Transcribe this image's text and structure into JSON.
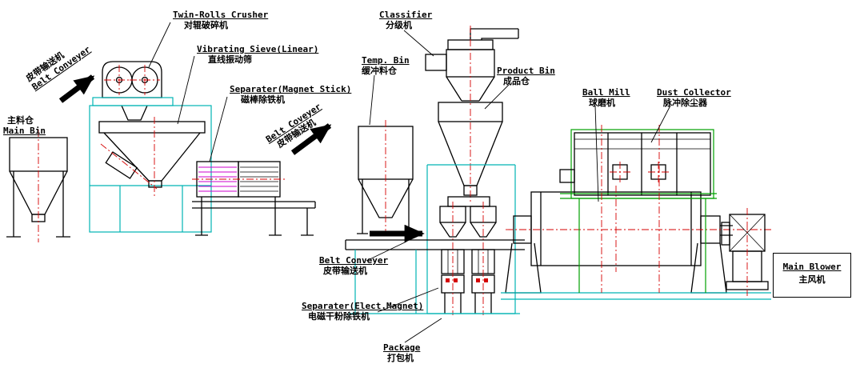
{
  "palette": {
    "line": "#000000",
    "frame_cyan": "#00b3b3",
    "magnet_magenta": "#cc00cc",
    "centerline_red": "#d40000",
    "structure_green": "#00a000"
  },
  "labels": {
    "belt1": {
      "en": "Belt Conveyer",
      "zh": "皮带输送机"
    },
    "crusher": {
      "en": "Twin-Rolls Crusher",
      "zh": "对辊破碎机"
    },
    "sieve": {
      "en": "Vibrating Sieve(Linear)",
      "zh": "直线振动筛"
    },
    "magnet": {
      "en": "Separater(Magnet Stick)",
      "zh": "磁棒除铁机"
    },
    "belt2": {
      "en": "Belt Coveyer",
      "zh": "皮带输送机"
    },
    "temp_bin": {
      "en": "Temp. Bin",
      "zh": "缓冲料仓"
    },
    "classifier": {
      "en": "Classifier",
      "zh": "分级机"
    },
    "product_bin": {
      "en": "Product Bin",
      "zh": "成品仓"
    },
    "ball_mill": {
      "en": "Ball Mill",
      "zh": "球磨机"
    },
    "dust_collector": {
      "en": "Dust Collector",
      "zh": "脉冲除尘器"
    },
    "main_bin": {
      "en": "Main Bin",
      "zh": "主料仓"
    },
    "belt3": {
      "en": "Belt Conveyer",
      "zh": "皮带输送机"
    },
    "separator_em": {
      "en": "Separater(Elect.Magnet)",
      "zh": "电磁干粉除铁机"
    },
    "package": {
      "en": "Package",
      "zh": "打包机"
    },
    "main_blower": {
      "en": "Main Blower",
      "zh": "主风机"
    }
  }
}
